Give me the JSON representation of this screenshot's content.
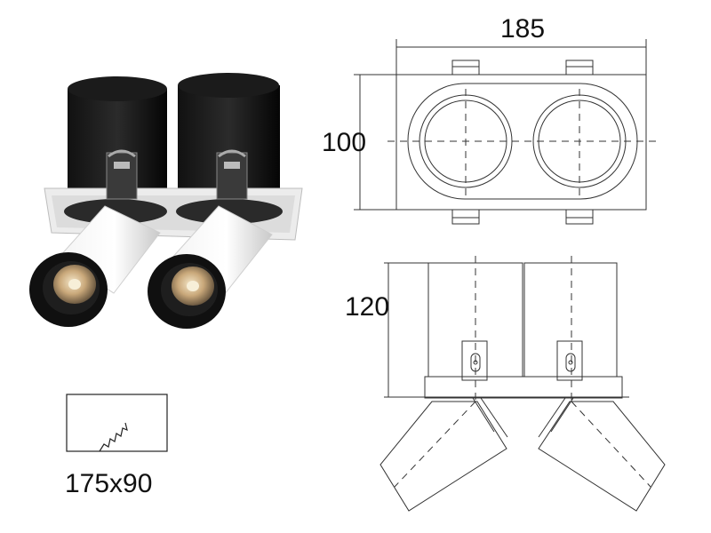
{
  "dimensions": {
    "width_label": "185",
    "height_label": "100",
    "depth_label": "120",
    "cutout_label": "175x90"
  }
}
